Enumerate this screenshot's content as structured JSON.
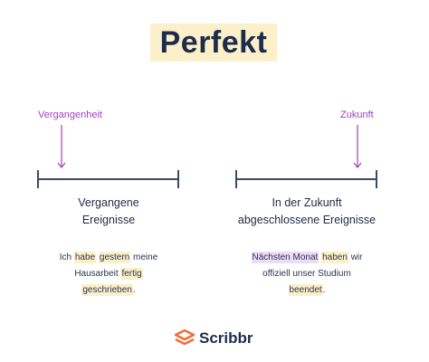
{
  "title": "Perfekt",
  "left": {
    "marker_label": "Vergangenheit",
    "heading_line1": "Vergangene",
    "heading_line2": "Ereignisse",
    "example": {
      "l1_a": "Ich ",
      "l1_b": "habe",
      "l1_c": " ",
      "l1_d": "gestern",
      "l1_e": " meine",
      "l2_a": "Hausarbeit ",
      "l2_b": "fertig",
      "l3_a": "geschrieben",
      "l3_b": "."
    }
  },
  "right": {
    "marker_label": "Zukunft",
    "heading_line1": "In der Zukunft",
    "heading_line2": "abgeschlossene Ereignisse",
    "example": {
      "l1_a": "Nächsten Monat",
      "l1_b": " ",
      "l1_c": "haben",
      "l1_d": " wir",
      "l2": "offiziell unser Studium",
      "l3_a": "beendet",
      "l3_b": "."
    }
  },
  "brand": {
    "name": "Scribbr",
    "icon": "scribbr-logo-icon"
  },
  "colors": {
    "accent_purple": "#a23fc2",
    "highlight_yellow": "#fbf0c9",
    "highlight_purple": "#ecdcf5",
    "timeline": "#3d4a66",
    "brand_orange": "#f26a36"
  }
}
